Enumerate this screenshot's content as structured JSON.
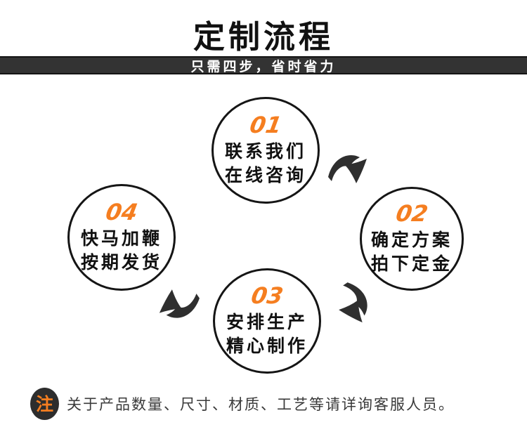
{
  "header": {
    "title": "定制流程",
    "subtitle": "只需四步，省时省力"
  },
  "steps": [
    {
      "number": "01",
      "line1": "联系我们",
      "line2": "在线咨询"
    },
    {
      "number": "02",
      "line1": "确定方案",
      "line2": "拍下定金"
    },
    {
      "number": "03",
      "line1": "安排生产",
      "line2": "精心制作"
    },
    {
      "number": "04",
      "line1": "快马加鞭",
      "line2": "按期发货"
    }
  ],
  "arrows": [
    {
      "name": "step1-to-step2"
    },
    {
      "name": "step2-to-step3"
    },
    {
      "name": "step3-to-step4"
    }
  ],
  "note": {
    "badge": "注",
    "text": "关于产品数量、尺寸、材质、工艺等请详询客服人员。"
  },
  "colors": {
    "accent_orange": "#f57e20",
    "banner_background": "#333333",
    "text_dark": "#111111",
    "arrow_fill": "#2f2f2f"
  }
}
